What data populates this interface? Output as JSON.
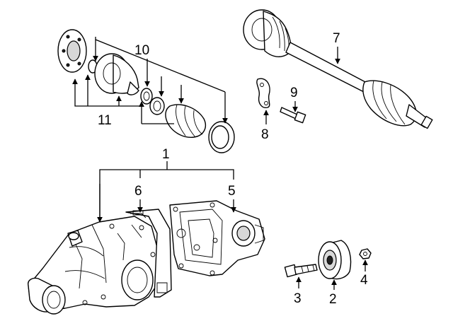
{
  "diagram": {
    "title": "Rear differential and axle shaft exploded parts diagram",
    "callouts": {
      "c1": "1",
      "c2": "2",
      "c3": "3",
      "c4": "4",
      "c5": "5",
      "c6": "6",
      "c7": "7",
      "c8": "8",
      "c9": "9",
      "c10": "10",
      "c11": "11"
    },
    "parts": [
      "differential-assembly",
      "mount-bushing",
      "bolt",
      "nut",
      "rear-cover",
      "gasket",
      "axle-shaft",
      "bracket",
      "bolt",
      "boot-kit",
      "joint-kit"
    ]
  }
}
